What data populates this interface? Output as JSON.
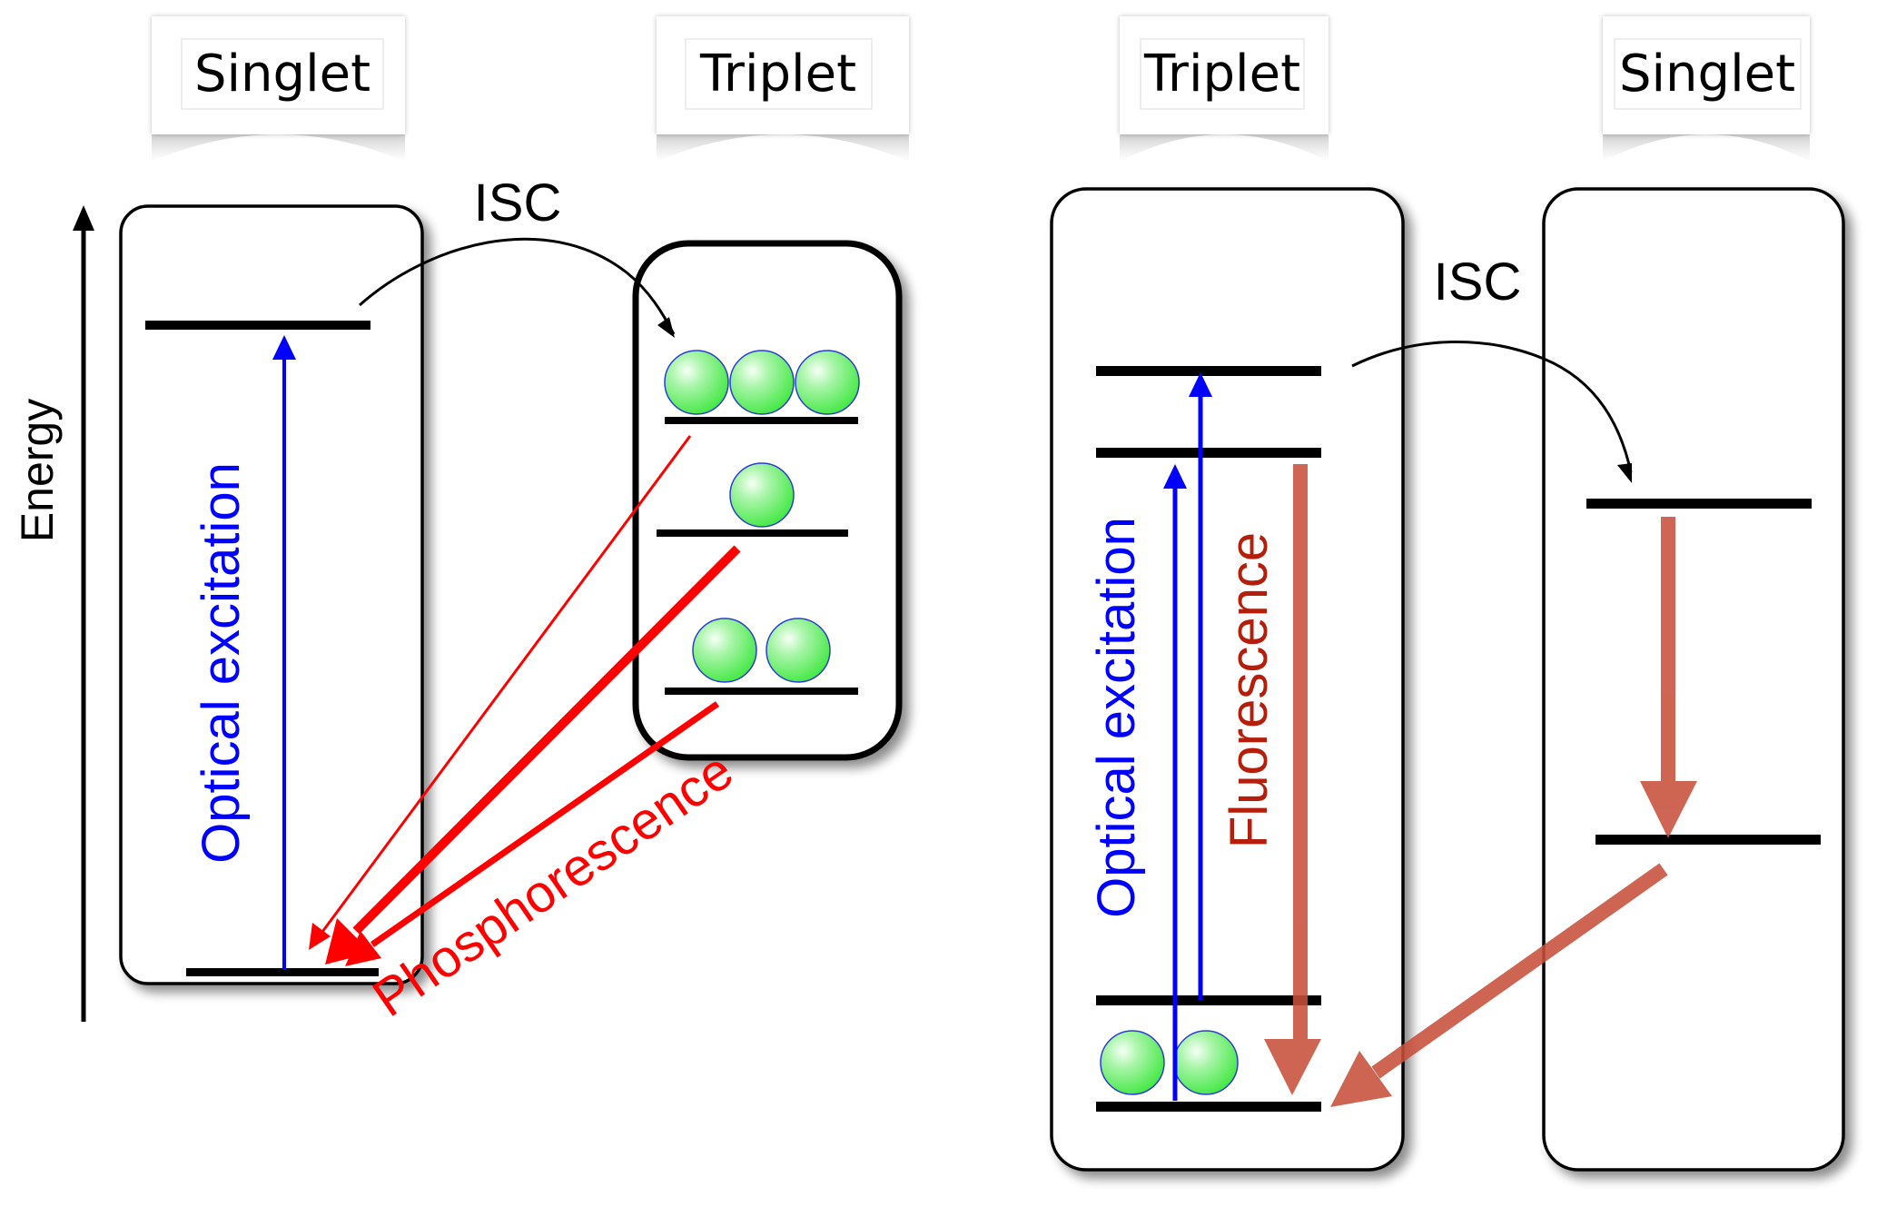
{
  "figure": {
    "title": "Singlet and triplet energy-level schemes: phosphorescence vs. fluorescence via intersystem crossing",
    "axis_label": "Energy",
    "colors": {
      "excitation": "#0000ff",
      "phosphorescence": "#ff0000",
      "fluorescence_arrow": "#c8503c",
      "fluorescence_text": "#b41e0a",
      "level": "#000000",
      "particle_fill": "#4cf04c",
      "particle_edge": "#2a3cd8"
    }
  },
  "left_panel": {
    "headers": [
      {
        "label": "Singlet"
      },
      {
        "label": "Triplet"
      }
    ],
    "isc_label": "ISC",
    "excitation_label": "Optical excitation",
    "emission_label": "Phosphorescence",
    "singlet_levels": [
      "excited",
      "ground"
    ],
    "triplet_levels": [
      {
        "name": "T-upper",
        "particles": 3,
        "emission_strength": "weak"
      },
      {
        "name": "T-middle",
        "particles": 1,
        "emission_strength": "strong"
      },
      {
        "name": "T-lower",
        "particles": 2,
        "emission_strength": "medium"
      }
    ]
  },
  "right_panel": {
    "headers": [
      {
        "label": "Triplet"
      },
      {
        "label": "Singlet"
      }
    ],
    "isc_label": "ISC",
    "excitation_label": "Optical excitation",
    "emission_label": "Fluorescence",
    "triplet_levels": [
      {
        "name": "upper-2",
        "particles": 0
      },
      {
        "name": "upper-1",
        "particles": 0
      },
      {
        "name": "lower-2",
        "particles": 0
      },
      {
        "name": "lower-1",
        "particles": 2
      }
    ],
    "singlet_levels": [
      "upper",
      "lower"
    ]
  }
}
